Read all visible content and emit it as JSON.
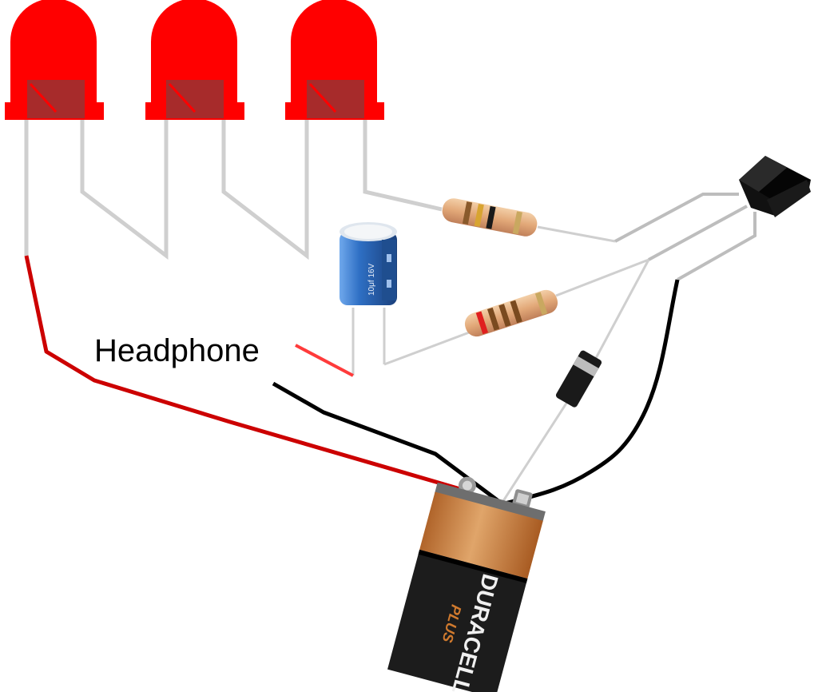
{
  "labels": {
    "headphone": "Headphone",
    "capacitor_marking": "10μf 16V",
    "battery_brand": "DURACELL",
    "battery_line": "PLUS"
  },
  "components": {
    "leds": {
      "count": 3,
      "color": "red"
    },
    "resistors": [
      {
        "bands": [
          "#8a5a2b",
          "#d8a431",
          "#1a1a1a",
          "#c9a860"
        ]
      },
      {
        "bands": [
          "#e01f1f",
          "#7a4a1f",
          "#7a4a1f",
          "#7a4a1f",
          "#c9a860"
        ]
      }
    ],
    "capacitor": {
      "color": "#2e6fc4"
    },
    "transistor": {
      "color": "#111111"
    },
    "diode": {
      "color": "#1a1a1a",
      "stripe": "#bdbdbd"
    },
    "battery": {
      "voltage_type": "9V"
    }
  },
  "colors": {
    "led_red": "#ff0000",
    "wire_red": "#cc0000",
    "wire_black": "#000000",
    "lead_gray": "#cfcfcf",
    "battery_copper": "#c87a37",
    "battery_black": "#1c1c1c"
  }
}
